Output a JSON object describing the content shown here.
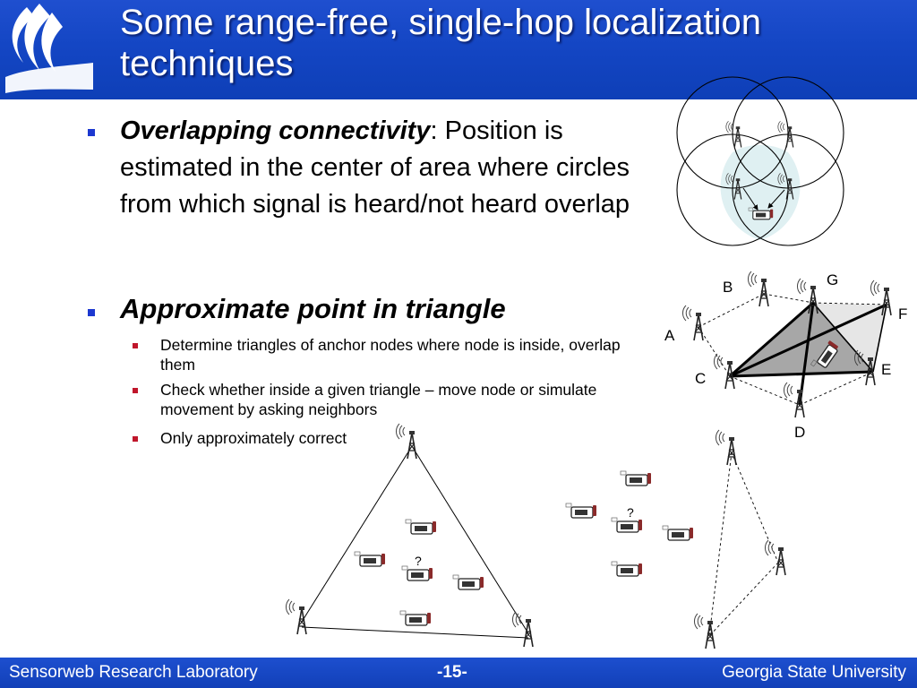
{
  "slide": {
    "title": "Some range-free, single-hop localization techniques",
    "bullet1": {
      "term": "Overlapping connectivity",
      "rest": ": Position is estimated in the center of area where circles from which signal is heard/not heard overlap"
    },
    "bullet2": {
      "term": "Approximate point in triangle",
      "subitems": [
        "Determine triangles of anchor nodes where node is inside, overlap them",
        "Check whether inside a given triangle – move node or simulate movement by asking neighbors",
        "Only approximately correct"
      ]
    }
  },
  "figure": {
    "node_labels": [
      "A",
      "B",
      "C",
      "D",
      "E",
      "F",
      "G"
    ],
    "question_mark": "?"
  },
  "footer": {
    "left": "Sensorweb Research Laboratory",
    "center": "-15-",
    "right": "Georgia State University"
  },
  "colors": {
    "header": "#1446c4",
    "bullet": "#1c38d0",
    "sub_bullet": "#c0162b",
    "overlap_fill": "#dff0f2",
    "triangle_fill": "#a7a7a7"
  }
}
